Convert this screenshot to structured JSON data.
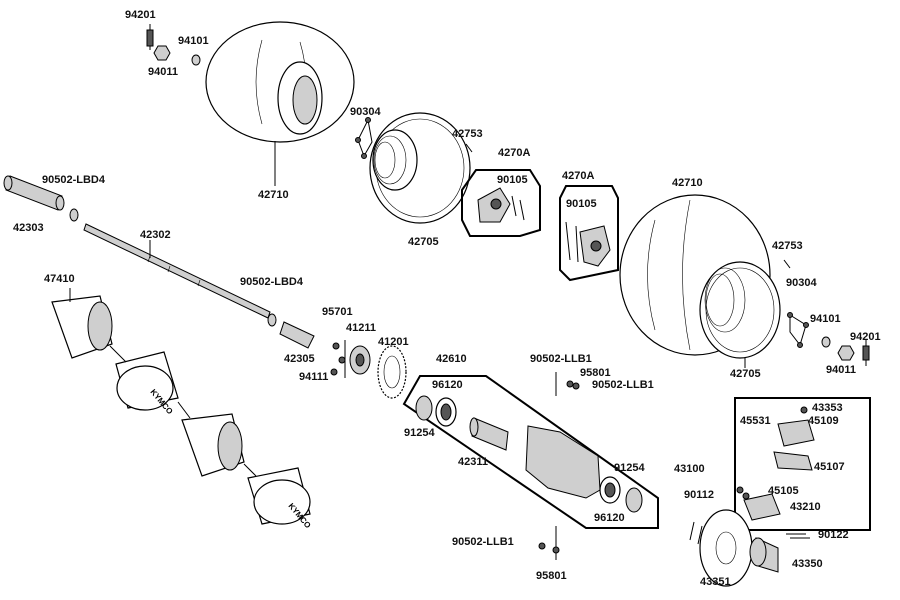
{
  "parts": [
    {
      "id": "p01",
      "label": "94201"
    },
    {
      "id": "p02",
      "label": "94101"
    },
    {
      "id": "p03",
      "label": "94011"
    },
    {
      "id": "p04",
      "label": "42710"
    },
    {
      "id": "p05",
      "label": "90304"
    },
    {
      "id": "p06",
      "label": "42753"
    },
    {
      "id": "p07",
      "label": "4270A"
    },
    {
      "id": "p08",
      "label": "90105"
    },
    {
      "id": "p09",
      "label": "4270A"
    },
    {
      "id": "p10",
      "label": "90105"
    },
    {
      "id": "p11",
      "label": "42705"
    },
    {
      "id": "p12",
      "label": "90502-LBD4"
    },
    {
      "id": "p13",
      "label": "42303"
    },
    {
      "id": "p14",
      "label": "42302"
    },
    {
      "id": "p15",
      "label": "47410"
    },
    {
      "id": "p16",
      "label": "90502-LBD4"
    },
    {
      "id": "p17",
      "label": "95701"
    },
    {
      "id": "p18",
      "label": "41211"
    },
    {
      "id": "p19",
      "label": "41201"
    },
    {
      "id": "p20",
      "label": "42305"
    },
    {
      "id": "p21",
      "label": "94111"
    },
    {
      "id": "p22",
      "label": "42610"
    },
    {
      "id": "p23",
      "label": "90502-LLB1"
    },
    {
      "id": "p24",
      "label": "95801"
    },
    {
      "id": "p25",
      "label": "90502-LLB1"
    },
    {
      "id": "p26",
      "label": "96120"
    },
    {
      "id": "p27",
      "label": "91254"
    },
    {
      "id": "p28",
      "label": "42311"
    },
    {
      "id": "p29",
      "label": "91254"
    },
    {
      "id": "p30",
      "label": "96120"
    },
    {
      "id": "p31",
      "label": "90502-LLB1"
    },
    {
      "id": "p32",
      "label": "95801"
    },
    {
      "id": "p33",
      "label": "42710"
    },
    {
      "id": "p34",
      "label": "42753"
    },
    {
      "id": "p35",
      "label": "90304"
    },
    {
      "id": "p36",
      "label": "94101"
    },
    {
      "id": "p37",
      "label": "94201"
    },
    {
      "id": "p38",
      "label": "94011"
    },
    {
      "id": "p39",
      "label": "42705"
    },
    {
      "id": "p40",
      "label": "43353"
    },
    {
      "id": "p41",
      "label": "45531"
    },
    {
      "id": "p42",
      "label": "45109"
    },
    {
      "id": "p43",
      "label": "45107"
    },
    {
      "id": "p44",
      "label": "43100"
    },
    {
      "id": "p45",
      "label": "45105"
    },
    {
      "id": "p46",
      "label": "43210"
    },
    {
      "id": "p47",
      "label": "90112"
    },
    {
      "id": "p48",
      "label": "90122"
    },
    {
      "id": "p49",
      "label": "43351"
    },
    {
      "id": "p50",
      "label": "43350"
    }
  ],
  "logo_text": "KYMCO"
}
